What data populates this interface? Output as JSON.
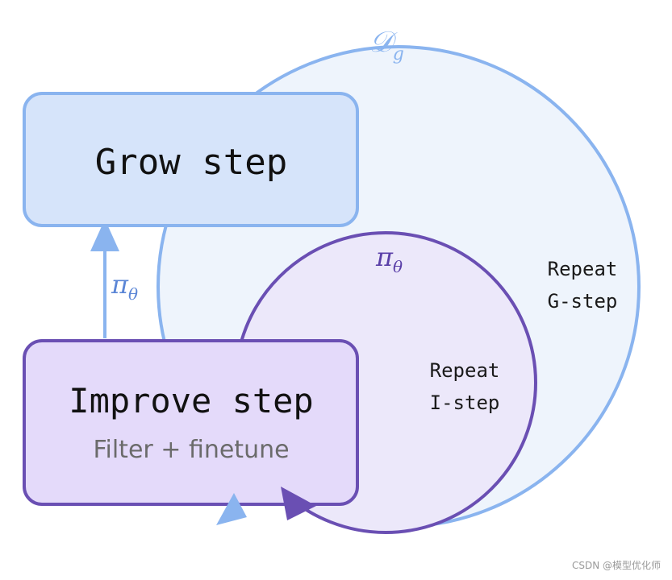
{
  "grow_box": {
    "title": "Grow step"
  },
  "improve_box": {
    "title": "Improve step",
    "subtitle": "Filter + finetune"
  },
  "outer_loop": {
    "dataset_symbol": "𝒟",
    "dataset_subscript": "g",
    "label_line1": "Repeat",
    "label_line2": "G-step"
  },
  "inner_loop": {
    "policy_symbol": "π",
    "policy_subscript": "θ",
    "label_line1": "Repeat",
    "label_line2": "I-step"
  },
  "policy_arrow": {
    "symbol": "π",
    "subscript": "θ"
  },
  "watermark": "CSDN @模型优化师",
  "colors": {
    "outer_fill": "#eef4fc",
    "outer_stroke": "#8ab4ef",
    "grow_fill": "#d6e4fa",
    "grow_stroke": "#8ab4ef",
    "inner_fill": "#ece8fa",
    "inner_stroke": "#6a4fb3",
    "improve_fill": "#e4dafa",
    "improve_stroke": "#6a4fb3",
    "blue_text": "#5b86d6",
    "purple_text": "#5a3fa8"
  }
}
